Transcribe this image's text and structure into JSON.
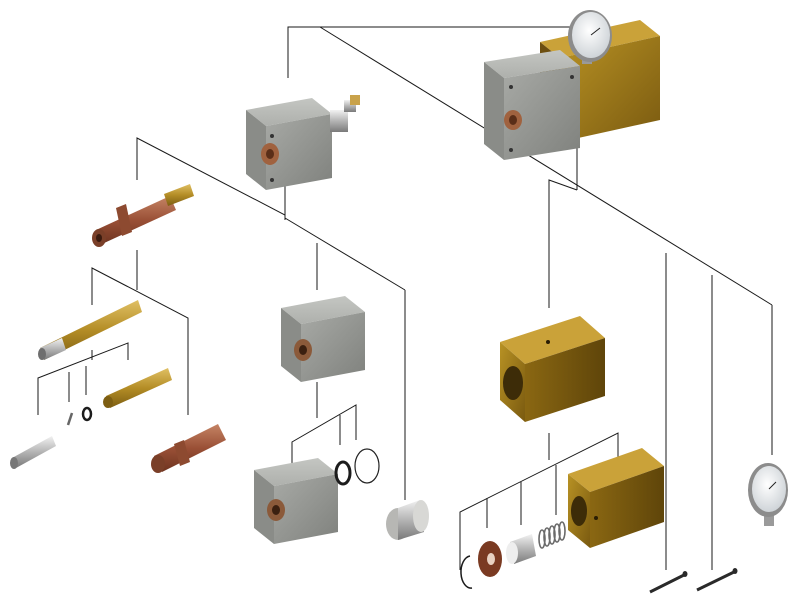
{
  "diagram": {
    "kind": "exploded-assembly-tree",
    "labels": [],
    "colors": {
      "background": "#ffffff",
      "connector": "#1a1a1a",
      "steel_block": "#9a9c98",
      "brass": "#b08a1f",
      "bronze_dark": "#6d4f10",
      "copper": "#a25a3c",
      "chrome": "#cfcfcf"
    },
    "parts": [
      "top-assembly-with-gauge",
      "valve-block-assembly",
      "poppet-assembly",
      "poppet-guide",
      "small-pin",
      "roll-pin",
      "o-ring-small",
      "brass-sleeve",
      "copper-poppet",
      "block-assembly",
      "block-body",
      "o-ring-large",
      "backup-ring",
      "end-plug",
      "brass-housing-assembly",
      "brass-housing",
      "retaining-ring",
      "seal-washer",
      "piston",
      "spring",
      "brass-housing-end",
      "bolt",
      "bolt",
      "pressure-gauge"
    ]
  }
}
